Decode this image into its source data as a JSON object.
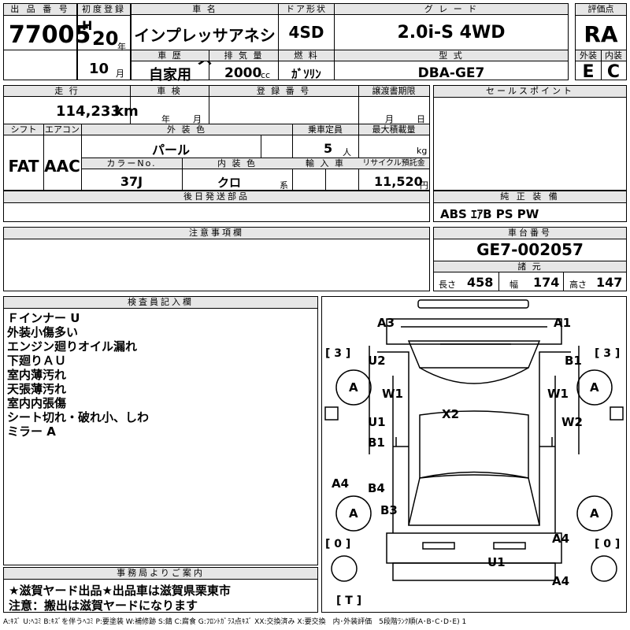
{
  "header": {
    "lot_label": "出 品 番 号",
    "lot_no": "77005",
    "first_reg_label": "初度登録",
    "era": "H",
    "year": "20",
    "year_unit": "年",
    "month": "10",
    "month_unit": "月",
    "car_name_label": "車 名",
    "car_name": "インプレッサアネシス",
    "door_label": "ドア形状",
    "door": "4SD",
    "grade_label": "グ レ ー ド",
    "grade": "2.0i-S 4WD",
    "score_label": "評価点",
    "score": "RA",
    "history_label": "車 歴",
    "history": "自家用",
    "displacement_label": "排 気 量",
    "displacement": "2000",
    "displacement_unit": "cc",
    "fuel_label": "燃 料",
    "fuel": "ｶﾞｿﾘﾝ",
    "model_label": "型 式",
    "model": "DBA-GE7",
    "ext_label": "外装",
    "ext": "E",
    "int_label": "内装",
    "int": "C"
  },
  "row2": {
    "mileage_label": "走 行",
    "mileage": "114,233",
    "mileage_unit": "km",
    "inspection_label": "車 検",
    "insp_year_unit": "年",
    "insp_month_unit": "月",
    "reg_no_label": "登 録 番 号",
    "transfer_label": "譲渡書期限",
    "transfer_month": "月",
    "transfer_day": "日",
    "shift_label": "シフト",
    "shift": "FAT",
    "ac_label": "エアコン",
    "ac": "AAC",
    "color_label": "外 装 色",
    "color": "パール",
    "capacity_label": "乗車定員",
    "capacity": "5",
    "capacity_unit": "人",
    "load_label": "最大積載量",
    "load_unit": "kg",
    "color_no_label": "カラーNo.",
    "color_no": "37J",
    "int_color_label": "内 装 色",
    "int_color": "クロ",
    "int_color_unit": "系",
    "import_label": "輸 入 車",
    "recycle_label": "リサイクル預託金",
    "recycle": "11,520",
    "recycle_unit": "円",
    "sales_label": "セールスポイント",
    "later_parts_label": "後日発送部品",
    "equip_label": "純 正 装 備",
    "equip": "ABS ｴｱB PS PW",
    "notes_label": "注意事項欄",
    "chassis_label": "車台番号",
    "chassis": "GE7-002057",
    "dims_label": "諸 元",
    "len_label": "長さ",
    "len": "458",
    "width_label": "幅",
    "width": "174",
    "height_label": "高さ",
    "height": "147"
  },
  "inspector": {
    "label": "検査員記入欄",
    "lines": [
      "Ｆインナー U",
      "外装小傷多い",
      "エンジン廻りオイル漏れ",
      "下廻りＡＵ",
      "室内薄汚れ",
      "天張薄汚れ",
      "室内内張傷",
      "シート切れ・破れ小、しわ",
      "ミラー A"
    ]
  },
  "office": {
    "label": "事務局よりご案内",
    "line1": "★滋賀ヤード出品★出品車は滋賀県栗東市",
    "line2": "注意：搬出は滋賀ヤードになります"
  },
  "diagram": {
    "tl_bracket": "[ 3 ]",
    "tr_bracket": "[ 3 ]",
    "bl_bracket": "[ 0 ]",
    "br_bracket": "[ 0 ]",
    "bottom_bracket": "[ T ]",
    "marks": {
      "a3": "A3",
      "a1_top": "A1",
      "u2": "U2",
      "b1_right": "B1",
      "a_fl": "A",
      "a_fr": "A",
      "w1_l": "W1",
      "w1_r": "W1",
      "x2": "X2",
      "u1_l": "U1",
      "w2": "W2",
      "b1_l": "B1",
      "a4_l": "A4",
      "b4": "B4",
      "b3": "B3",
      "a_rl": "A",
      "a_rr": "A",
      "a4_r": "A4",
      "u1_bottom": "U1",
      "a4_bottom": "A4"
    }
  },
  "legend": "A:ｷｽﾞ U:ﾍｺﾐ B:ｷｽﾞを伴うﾍｺﾐ P:要塗装 W:補修跡 S:錆 C:腐食 G:ﾌﾛﾝﾄｶﾞﾗｽ点ｷｽﾞ XX:交換済み X:要交換　内･外装評価　5段階ﾗﾝｸ順(A･B･C･D･E) 1"
}
